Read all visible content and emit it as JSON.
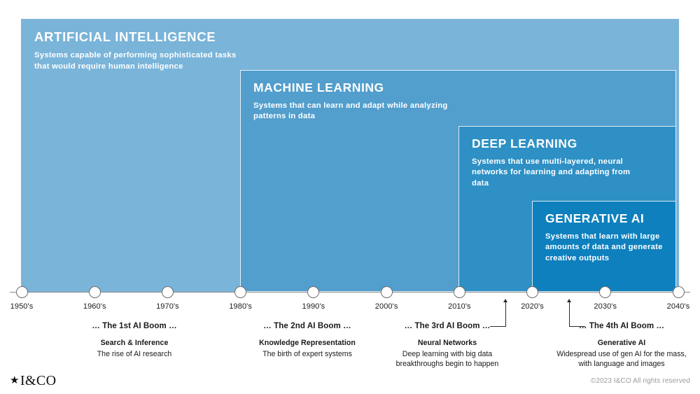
{
  "colors": {
    "ai": "#7ab4d9",
    "ml": "#529ecd",
    "dl": "#2e90c4",
    "gen": "#0e80be",
    "axis": "#8a8a8a",
    "text": "#1a1a1a",
    "copyright": "#9b9b9b"
  },
  "layers": [
    {
      "key": "ai",
      "title": "ARTIFICIAL\nINTELLIGENCE",
      "description": "Systems capable of performing sophisticated tasks that would require human intelligence"
    },
    {
      "key": "ml",
      "title": "MACHINE\nLEARNING",
      "description": "Systems that can learn and adapt while analyzing patterns in data"
    },
    {
      "key": "dl",
      "title": "DEEP LEARNING",
      "description": "Systems that use multi-layered, neural networks for learning and adapting from data"
    },
    {
      "key": "gen",
      "title": "GENERATIVE AI",
      "description": "Systems that learn with large amounts of data and generate creative outputs"
    }
  ],
  "timeline": {
    "ticks": [
      {
        "label": "1950's"
      },
      {
        "label": "1960's"
      },
      {
        "label": "1970's"
      },
      {
        "label": "1980's"
      },
      {
        "label": "1990's"
      },
      {
        "label": "2000's"
      },
      {
        "label": "2010's"
      },
      {
        "label": "2020's"
      },
      {
        "label": "2030's"
      },
      {
        "label": "2040's"
      }
    ]
  },
  "booms": [
    {
      "title": "… The 1st AI Boom …",
      "subtitle": "Search & Inference",
      "body": "The rise of AI research"
    },
    {
      "title": "… The 2nd AI Boom …",
      "subtitle": "Knowledge Representation",
      "body": "The birth of expert systems"
    },
    {
      "title": "… The 3rd AI Boom …",
      "subtitle": "Neural Networks",
      "body": "Deep learning with big data\nbreakthroughs begin to happen"
    },
    {
      "title": "… The 4th AI Boom …",
      "subtitle": "Generative AI",
      "body": "Widespread use of gen AI for the mass,\nwith language and images"
    }
  ],
  "footer": {
    "logo_star": "★",
    "logo_text": "I&CO",
    "copyright": "©2023 I&CO All rights reserved"
  }
}
